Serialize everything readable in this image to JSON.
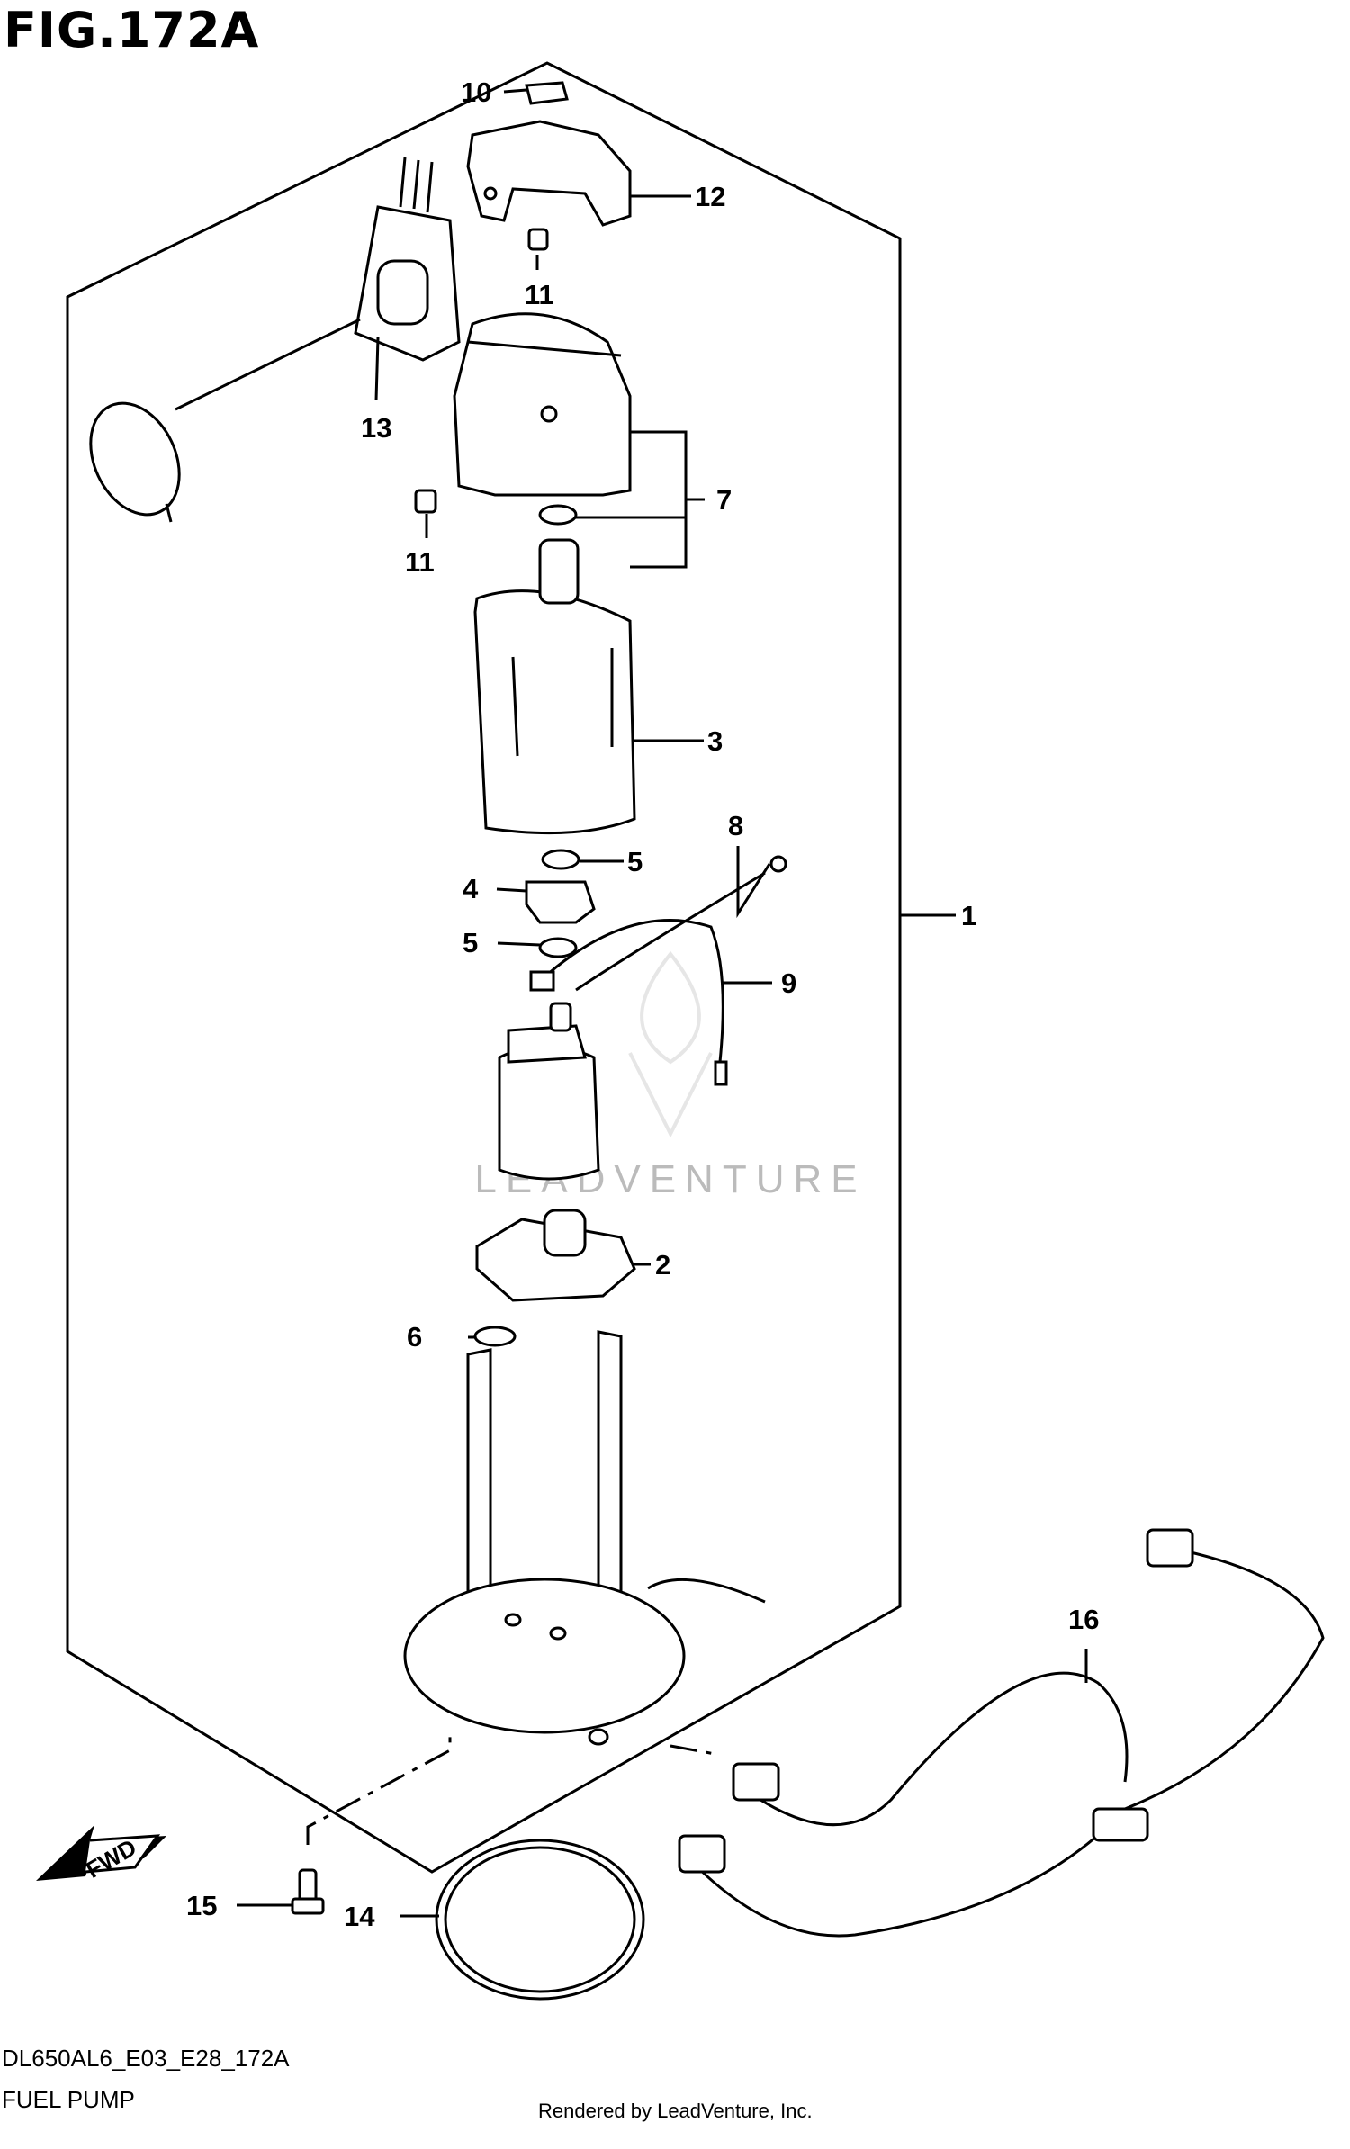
{
  "figure": {
    "title": "FIG.172A",
    "diagram_code": "DL650AL6_E03_E28_172A",
    "diagram_name": "FUEL PUMP",
    "render_credit": "Rendered by LeadVenture, Inc.",
    "watermark": "LEADVENTURE",
    "direction_marker": "FWD"
  },
  "callouts": [
    {
      "id": "c1",
      "label": "1"
    },
    {
      "id": "c2",
      "label": "2"
    },
    {
      "id": "c3",
      "label": "3"
    },
    {
      "id": "c4",
      "label": "4"
    },
    {
      "id": "c5a",
      "label": "5"
    },
    {
      "id": "c5b",
      "label": "5"
    },
    {
      "id": "c6",
      "label": "6"
    },
    {
      "id": "c7",
      "label": "7"
    },
    {
      "id": "c8",
      "label": "8"
    },
    {
      "id": "c9",
      "label": "9"
    },
    {
      "id": "c10",
      "label": "10"
    },
    {
      "id": "c11a",
      "label": "11"
    },
    {
      "id": "c11b",
      "label": "11"
    },
    {
      "id": "c12",
      "label": "12"
    },
    {
      "id": "c13",
      "label": "13"
    },
    {
      "id": "c14",
      "label": "14"
    },
    {
      "id": "c15",
      "label": "15"
    },
    {
      "id": "c16",
      "label": "16"
    }
  ]
}
